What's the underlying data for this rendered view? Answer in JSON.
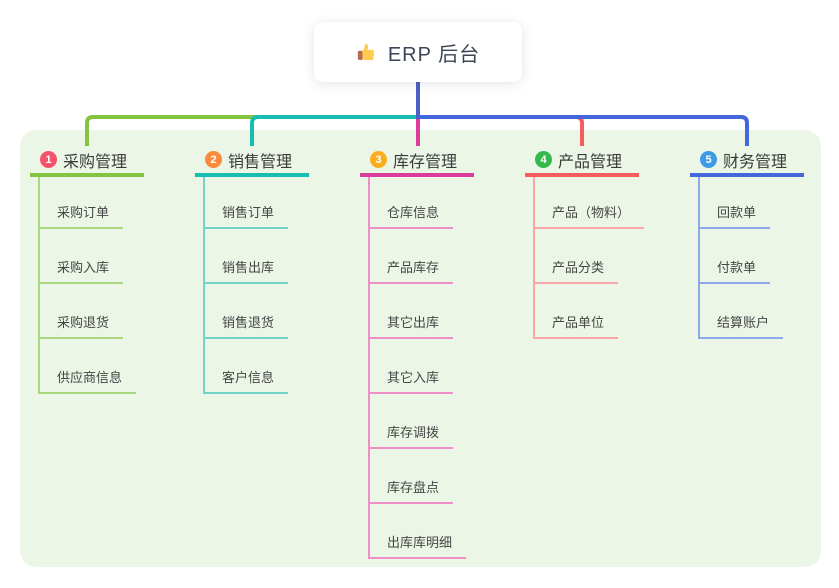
{
  "root": {
    "label": "ERP 后台",
    "icon": "thumbs-up-icon",
    "line_color": "#4E5EC8"
  },
  "theme": {
    "panel_bg": "#EBF6E7",
    "card_bg": "#FFFFFF",
    "root_text_color": "#3A4658",
    "title_text_color": "#3B3B3B",
    "child_text_color": "#464646"
  },
  "branches": [
    {
      "number": "1",
      "title": "采购管理",
      "badge_color": "#F5536C",
      "line_color": "#85C440",
      "light_color": "#A9D77F",
      "children": [
        "采购订单",
        "采购入库",
        "采购退货",
        "供应商信息"
      ]
    },
    {
      "number": "2",
      "title": "销售管理",
      "badge_color": "#FA8B3C",
      "line_color": "#17BDB0",
      "light_color": "#76D2C8",
      "children": [
        "销售订单",
        "销售出库",
        "销售退货",
        "客户信息"
      ]
    },
    {
      "number": "3",
      "title": "库存管理",
      "badge_color": "#FBAD1D",
      "line_color": "#DC3C9C",
      "light_color": "#EE8EC9",
      "children": [
        "仓库信息",
        "产品库存",
        "其它出库",
        "其它入库",
        "库存调拨",
        "库存盘点",
        "出库库明细"
      ]
    },
    {
      "number": "4",
      "title": "产品管理",
      "badge_color": "#35B94D",
      "line_color": "#F75D5D",
      "light_color": "#F9A6A6",
      "children": [
        "产品（物料）",
        "产品分类",
        "产品单位"
      ]
    },
    {
      "number": "5",
      "title": "财务管理",
      "badge_color": "#3D9AE5",
      "line_color": "#4467DB",
      "light_color": "#8EA9EA",
      "children": [
        "回款单",
        "付款单",
        "结算账户"
      ]
    }
  ]
}
